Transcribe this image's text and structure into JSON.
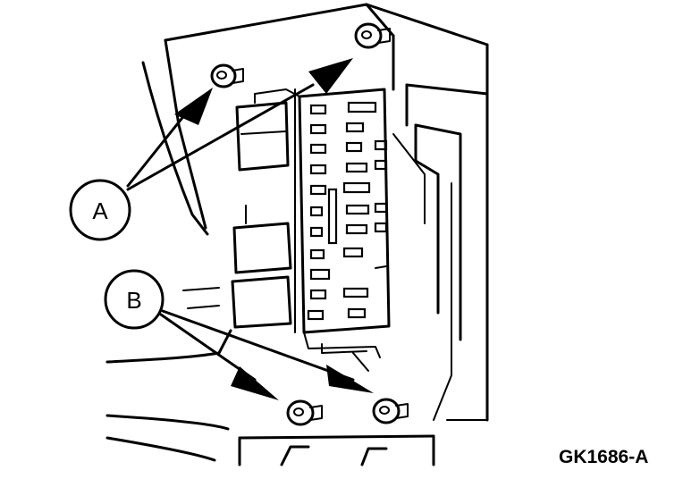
{
  "callouts": {
    "a": "A",
    "b": "B"
  },
  "figure_id": "GK1686-A",
  "colors": {
    "ink": "#000000",
    "paper": "#ffffff"
  }
}
